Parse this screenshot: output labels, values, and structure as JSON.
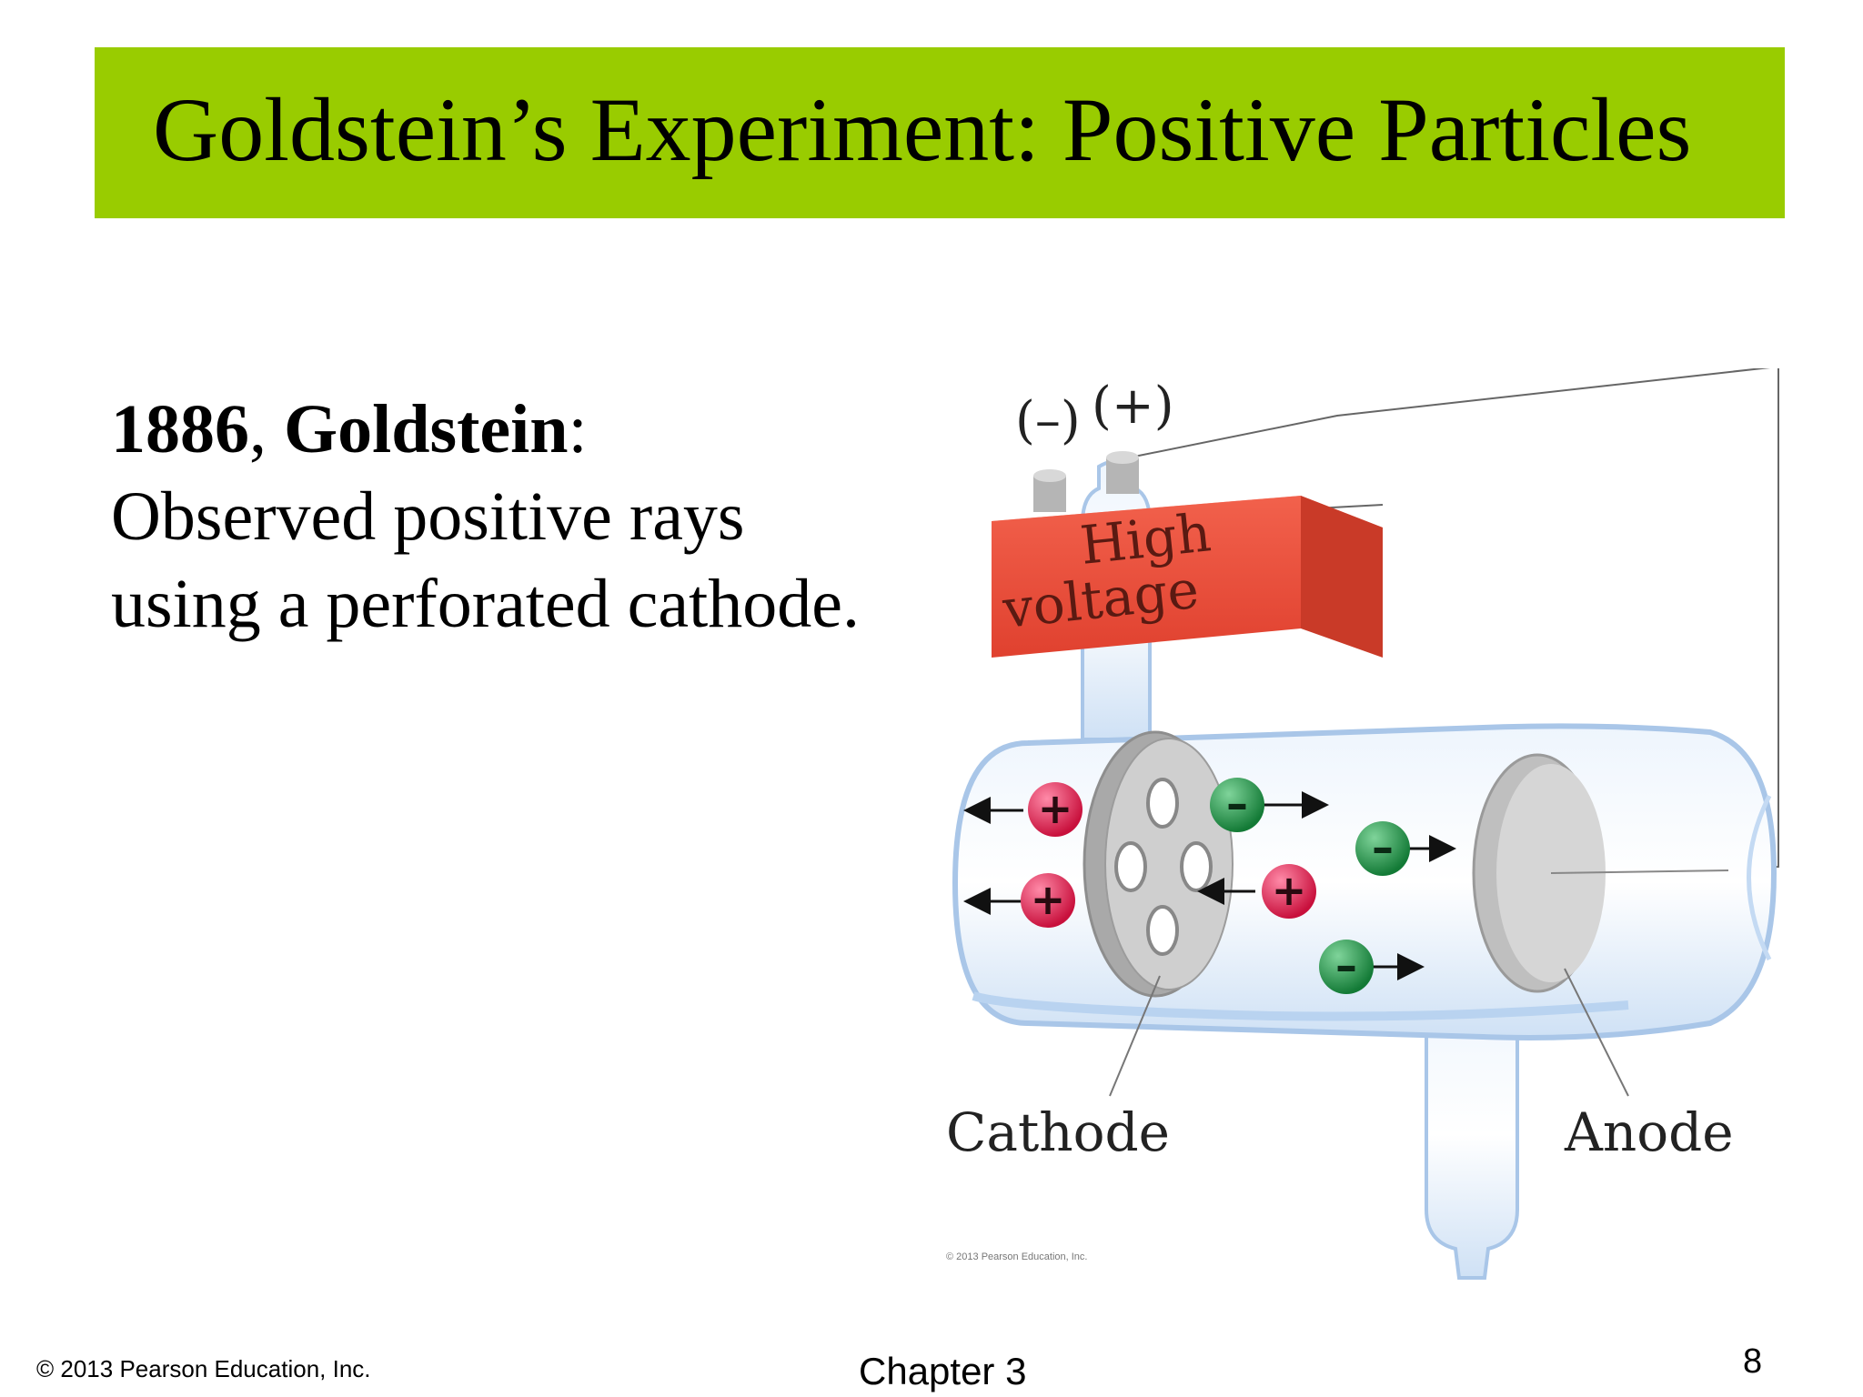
{
  "slide": {
    "title": "Goldstein’s Experiment: Positive Particles",
    "body": {
      "year": "1886",
      "comma": ", ",
      "name": "Goldstein",
      "colon": ":",
      "line2": "Observed positive rays",
      "line3": "using a perforated cathode."
    }
  },
  "diagram": {
    "terminal_negative": "(–)",
    "terminal_positive": "(+)",
    "battery_line1": "High",
    "battery_line2": "voltage",
    "cathode_label": "Cathode",
    "anode_label": "Anode",
    "image_credit": "© 2013 Pearson Education, Inc.",
    "positive_symbol": "+",
    "negative_symbol": "–",
    "colors": {
      "battery": "#e8503f",
      "positive_particle": "#d81e4a",
      "negative_particle": "#1f9a4a",
      "tube": "#c9dff6",
      "electrode": "#c8c8c8"
    }
  },
  "footer": {
    "copyright": "© 2013 Pearson Education, Inc.",
    "chapter": "Chapter 3",
    "page": "8"
  },
  "theme": {
    "title_bar": "#99cc00"
  }
}
